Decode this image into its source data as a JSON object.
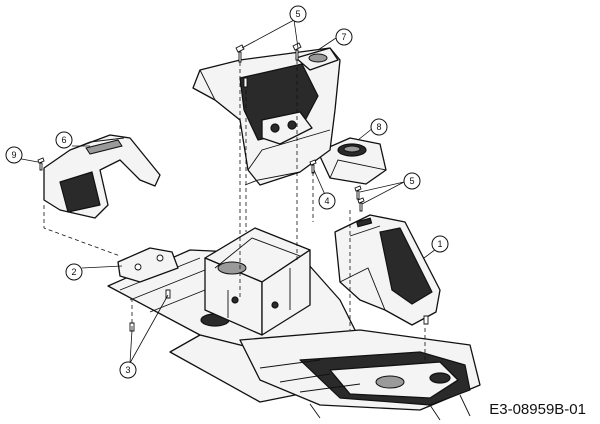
{
  "drawing_code": "E3-08959B-01",
  "callouts": {
    "c1": "1",
    "c2": "2",
    "c3": "3",
    "c4": "4",
    "c5a": "5",
    "c5b": "5",
    "c6": "6",
    "c7": "7",
    "c8": "8",
    "c9": "9"
  }
}
